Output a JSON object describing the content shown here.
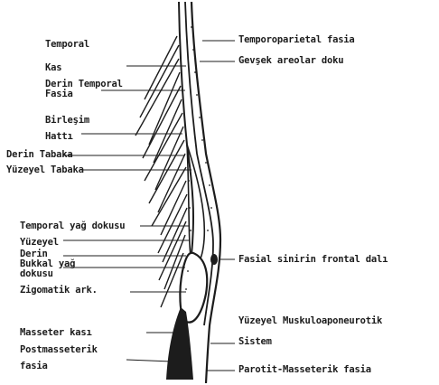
{
  "labels": {
    "temporal": "Temporal",
    "kas": "Kas",
    "derin_temporal": "Derin Temporal",
    "fasia_left": "Fasia",
    "birlesim": "Birleşim",
    "hatti": "Hattı",
    "derin_tabaka": "Derin Tabaka",
    "yuzeyel_tabaka": "Yüzeyel Tabaka",
    "temporal_yag": "Temporal yağ dokusu",
    "yuzeyel": "Yüzeyel",
    "derin": "Derin",
    "bukkal_yag": "Bukkal yağ",
    "dokusu": "dokusu",
    "zigomatik": "Zigomatik ark.",
    "masseter": "Masseter kası",
    "postmasseterik": "Postmasseterik",
    "fasia_bottom": "fasia",
    "temporoparietal": "Temporoparietal fasia",
    "gevsek": "Gevşek areolar doku",
    "fasial_sinir": "Fasial sinirin frontal dalı",
    "yuzeyel_musk": "Yüzeyel Muskuloaponeurotik",
    "sistem": "Sistem",
    "parotit": "Parotit-Masseterik fasia"
  },
  "colors": {
    "ink": "#1c1c1c",
    "paper": "#ffffff"
  }
}
